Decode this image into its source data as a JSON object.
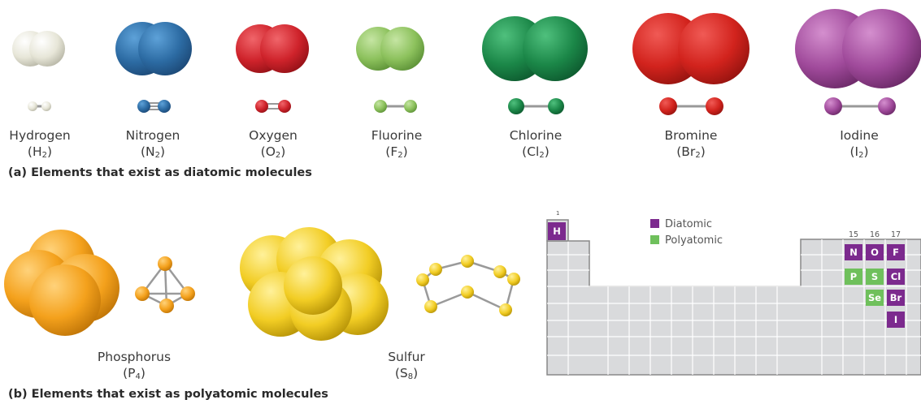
{
  "diatomic": {
    "caption": "(a) Elements that exist as diatomic molecules",
    "elements": [
      {
        "name": "Hydrogen",
        "symbol": "H",
        "sub": "2",
        "color": "#ecebdf"
      },
      {
        "name": "Nitrogen",
        "symbol": "N",
        "sub": "2",
        "color": "#2e6fa7"
      },
      {
        "name": "Oxygen",
        "symbol": "O",
        "sub": "2",
        "color": "#d3252d"
      },
      {
        "name": "Fluorine",
        "symbol": "F",
        "sub": "2",
        "color": "#8fc45f"
      },
      {
        "name": "Chlorine",
        "symbol": "Cl",
        "sub": "2",
        "color": "#1e8a4d"
      },
      {
        "name": "Bromine",
        "symbol": "Br",
        "sub": "2",
        "color": "#d5251f"
      },
      {
        "name": "Iodine",
        "symbol": "I",
        "sub": "2",
        "color": "#a04a9b"
      }
    ]
  },
  "polyatomic": {
    "caption": "(b) Elements that exist as polyatomic molecules",
    "elements": [
      {
        "name": "Phosphorus",
        "symbol": "P",
        "sub": "4",
        "color": "#f5a31b"
      },
      {
        "name": "Sulfur",
        "symbol": "S",
        "sub": "8",
        "color": "#f2cf25"
      }
    ]
  },
  "periodic_table": {
    "legend": [
      {
        "label": "Diatomic",
        "color": "#7c2a8e"
      },
      {
        "label": "Polyatomic",
        "color": "#6fc05c"
      }
    ],
    "period_number": "1",
    "group_numbers": [
      "15",
      "16",
      "17"
    ],
    "cells": [
      {
        "symbol": "H",
        "kind": "Diatomic"
      },
      {
        "symbol": "N",
        "kind": "Diatomic"
      },
      {
        "symbol": "O",
        "kind": "Diatomic"
      },
      {
        "symbol": "F",
        "kind": "Diatomic"
      },
      {
        "symbol": "P",
        "kind": "Polyatomic"
      },
      {
        "symbol": "S",
        "kind": "Polyatomic"
      },
      {
        "symbol": "Cl",
        "kind": "Diatomic"
      },
      {
        "symbol": "Se",
        "kind": "Polyatomic"
      },
      {
        "symbol": "Br",
        "kind": "Diatomic"
      },
      {
        "symbol": "I",
        "kind": "Diatomic"
      }
    ],
    "grid_color": "#d9dadc",
    "line_color": "#888888"
  }
}
